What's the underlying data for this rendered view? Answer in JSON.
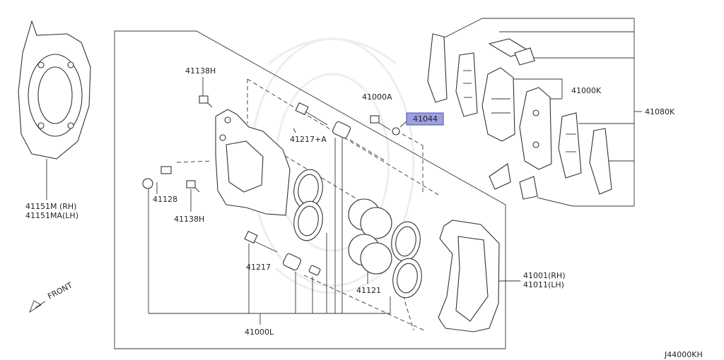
{
  "diagram_code": "J44000KH",
  "highlighted_part": "41044",
  "highlight_color": "#9d9fe3",
  "labels": {
    "shim_rh": "41151M  (RH)",
    "shim_lh": "41151MA(LH)",
    "bolt_top": "41138H",
    "bolt_bottom": "41138H",
    "bleeder": "41128",
    "pin_top": "41217+A",
    "pin_bottom": "41217",
    "bolt_41000a": "41000A",
    "part_41044": "41044",
    "pad_kit": "41000K",
    "pad_set": "41080K",
    "pistons": "41121",
    "caliper_rh": "41001(RH)",
    "caliper_lh": "41011(LH)",
    "seal_kit": "41000L",
    "front": "FRONT"
  }
}
